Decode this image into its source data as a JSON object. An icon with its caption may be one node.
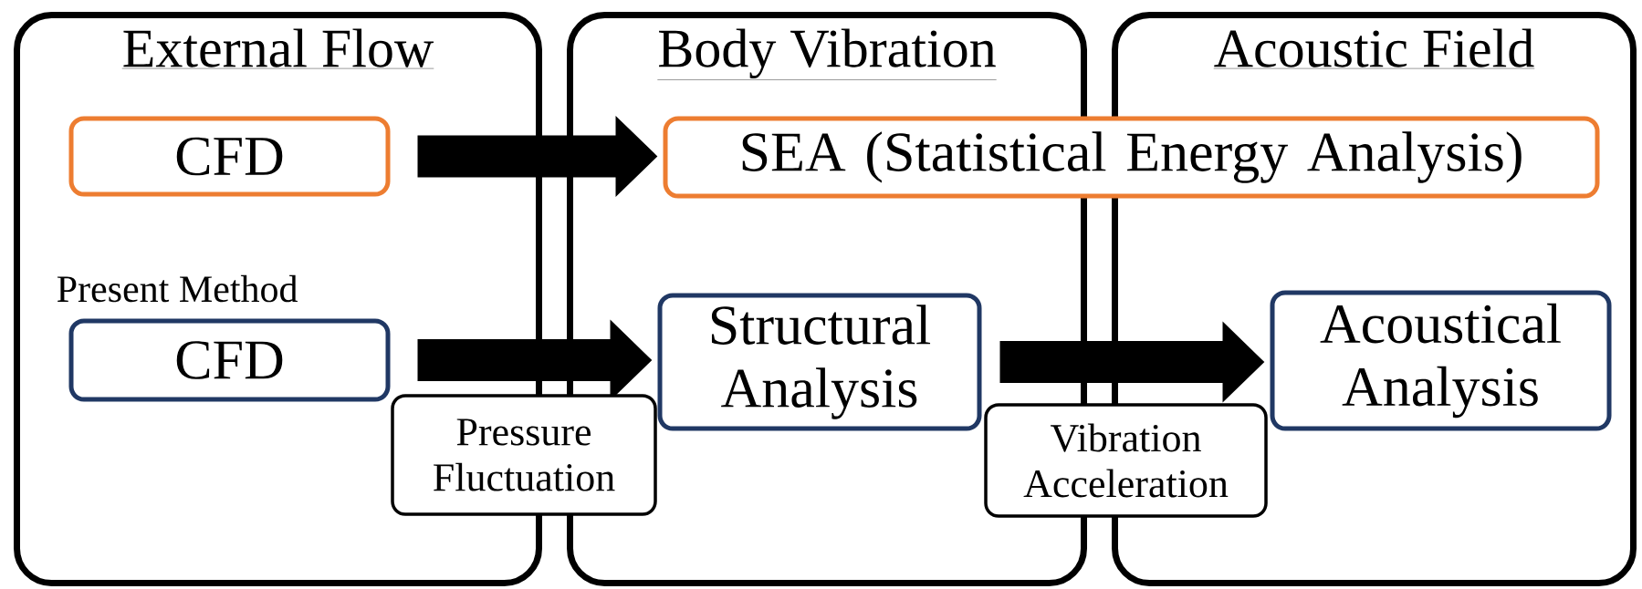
{
  "diagram": {
    "nodes": [
      {
        "text": [
          "External Flow"
        ]
      },
      {
        "text": [
          "Body Vibration"
        ]
      },
      {
        "text": [
          "Acoustic Field"
        ]
      },
      {
        "text": [
          "CFD"
        ],
        "in": 0
      },
      {
        "text": [
          "SEA (Statistical Energy Analysis)"
        ]
      },
      {
        "text": [
          "Present Method",
          "CFD"
        ],
        "in": 0
      },
      {
        "text": [
          "Structural Analysis"
        ],
        "in": 1
      },
      {
        "text": [
          "Acoustical Analysis"
        ],
        "in": 2
      }
    ],
    "edges": [
      {
        "from": 3,
        "to": 4,
        "arrow": "to"
      },
      {
        "from": 5,
        "to": 6,
        "arrow": "to",
        "label": "Pressure Fluctuation"
      },
      {
        "from": 6,
        "to": 7,
        "arrow": "to",
        "label": "Vibration Acceleration"
      }
    ]
  }
}
